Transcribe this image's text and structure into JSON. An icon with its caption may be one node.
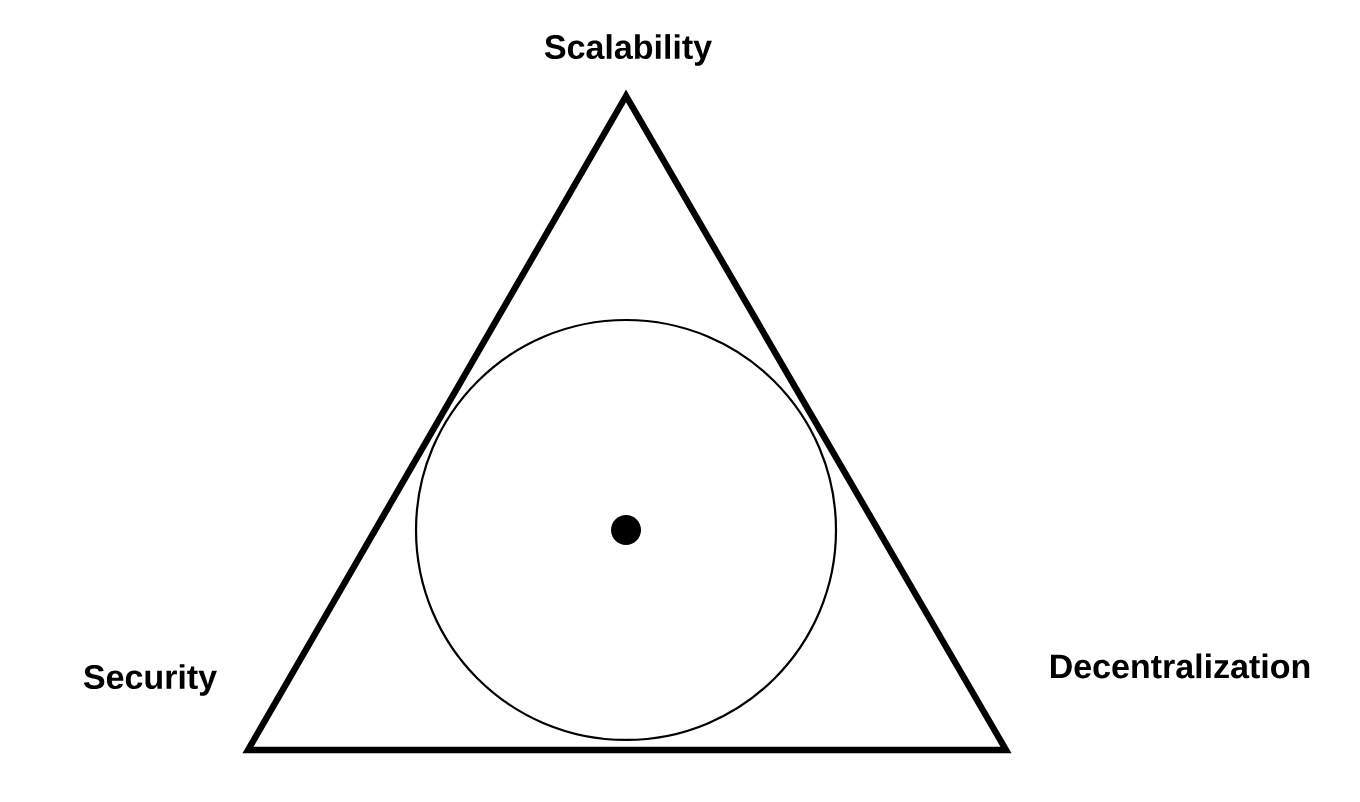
{
  "diagram": {
    "labels": [
      "Scalability",
      "Security",
      "Decentralization"
    ]
  }
}
